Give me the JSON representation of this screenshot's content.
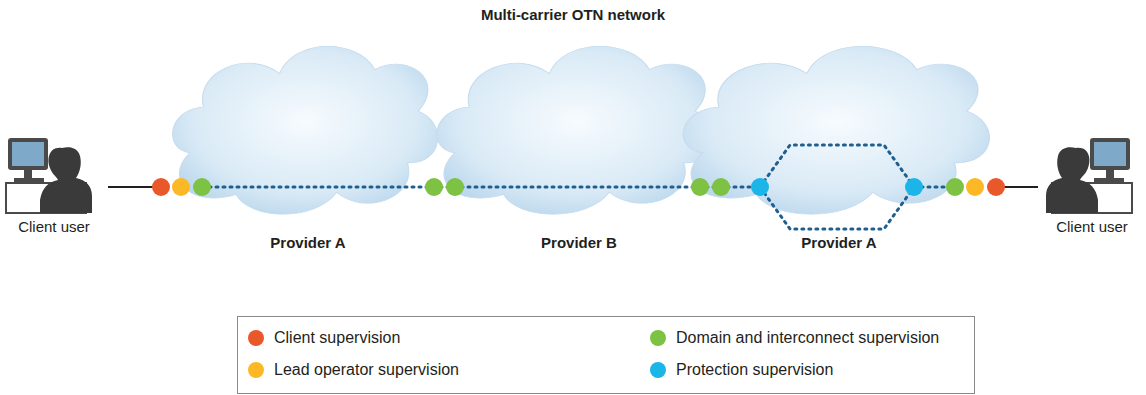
{
  "diagram": {
    "title": "Multi-carrier OTN network",
    "nodes": [
      {
        "text": [
          "Client user"
        ]
      },
      {
        "text": [
          "Provider A"
        ]
      },
      {
        "text": [
          "Provider B"
        ]
      },
      {
        "text": [
          "Provider A"
        ]
      },
      {
        "text": [
          "Client user"
        ]
      }
    ],
    "edges": [
      {
        "from": 0,
        "to": 1,
        "arrow": "none"
      },
      {
        "from": 3,
        "to": 4,
        "arrow": "none"
      }
    ],
    "legend": [
      {
        "text": "Client supervision",
        "color": "#e8582a"
      },
      {
        "text": "Lead operator supervision",
        "color": "#fdb825"
      },
      {
        "text": "Domain and interconnect supervision",
        "color": "#7dc242"
      },
      {
        "text": "Protection supervision",
        "color": "#1cb5e8"
      }
    ]
  }
}
